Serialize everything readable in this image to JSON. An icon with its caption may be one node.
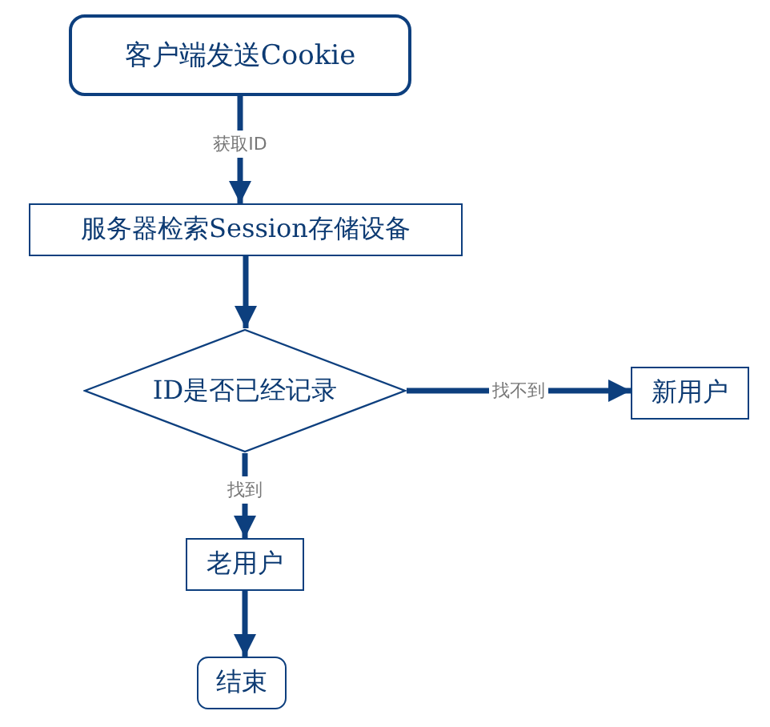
{
  "diagram": {
    "nodes": [
      {
        "text": [
          "客户端发送Cookie"
        ]
      },
      {
        "text": [
          "服务器检索Session存储设备"
        ]
      },
      {
        "text": [
          "ID是否已经记录"
        ]
      },
      {
        "text": [
          "新用户"
        ]
      },
      {
        "text": [
          "老用户"
        ]
      },
      {
        "text": [
          "结束"
        ]
      }
    ],
    "edges": [
      {
        "from": 0,
        "to": 1,
        "arrow": "to",
        "label": "获取ID"
      },
      {
        "from": 1,
        "to": 2,
        "arrow": "to"
      },
      {
        "from": 2,
        "to": 3,
        "arrow": "to",
        "label": "找不到"
      },
      {
        "from": 2,
        "to": 4,
        "arrow": "to",
        "label": "找到"
      },
      {
        "from": 4,
        "to": 5,
        "arrow": "to"
      }
    ]
  }
}
